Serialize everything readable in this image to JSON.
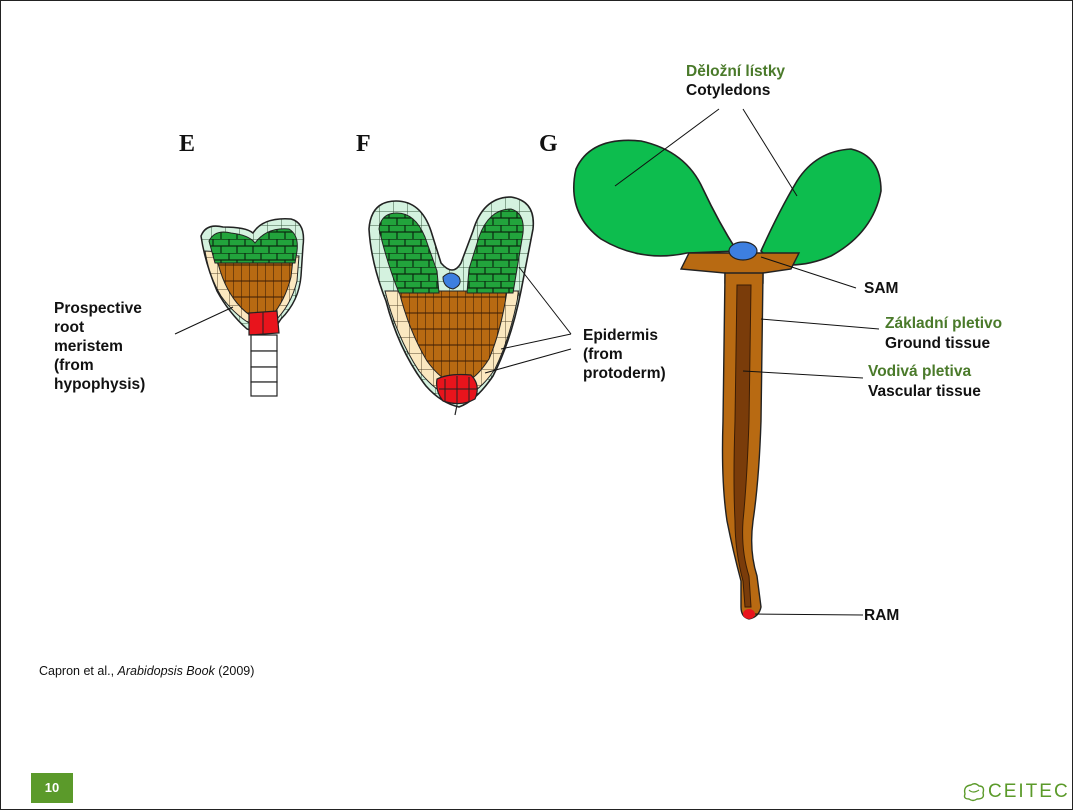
{
  "panels": {
    "E": "E",
    "F": "F",
    "G": "G"
  },
  "labels": {
    "cotyledons_cz": "Děložní lístky",
    "cotyledons_en": "Cotyledons",
    "sam": "SAM",
    "ground_cz": "Základní pletivo",
    "ground_en": "Ground tissue",
    "vascular_cz": "Vodivá pletiva",
    "vascular_en": "Vascular tissue",
    "ram": "RAM",
    "prospective": [
      "Prospective",
      "root",
      "meristem",
      "(from",
      "hypophysis)"
    ],
    "epidermis": [
      "Epidermis",
      "(from",
      "protoderm)"
    ]
  },
  "citation": {
    "authors": "Capron et al., ",
    "book": "Arabidopsis Book",
    "year": "  (2009)"
  },
  "footer": {
    "slide_number": "10",
    "logo_text": "CEITEC"
  },
  "colors": {
    "cotyledon_green": "#0dbd4e",
    "cell_green": "#22a43c",
    "pale_green": "#d4f2df",
    "brown": "#b86a12",
    "dark_brown": "#7a3c0a",
    "cream": "#fbe8c0",
    "meristem_red": "#e8141c",
    "sam_blue": "#3d7fe0",
    "label_green": "#4a7a2a",
    "footer_green": "#5b9a2a"
  }
}
